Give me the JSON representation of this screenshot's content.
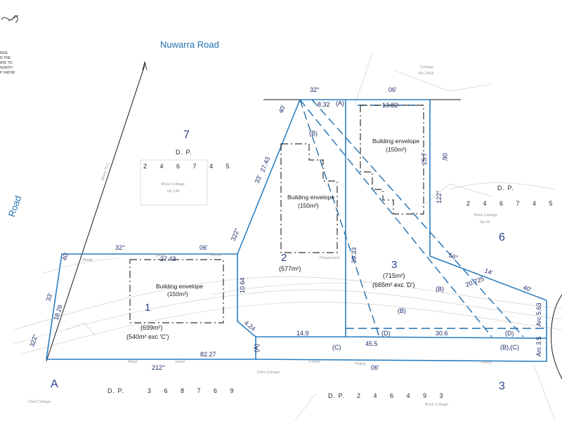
{
  "colors": {
    "boundary": "#2b7fc0",
    "easement": "#1f6fb0",
    "envelope": "#333333",
    "text": "#1d2b6a"
  },
  "roads": {
    "main": "Nuwarra Road",
    "side": "Road",
    "side_road_length": "About 70.1"
  },
  "corner_note": [
    "NGE",
    "N THE",
    "ATE TO",
    "NORTH",
    "P 248745"
  ],
  "lots": {
    "lot1": {
      "number": "1",
      "envelope_title": "Building envelope",
      "envelope_area": "(150m²)",
      "area": "(699m²)",
      "area_exc": "(540m² exc 'C')"
    },
    "lot2": {
      "number": "2",
      "envelope_title": "Building envelope",
      "envelope_area": "(150m²)",
      "area": "(577m²)"
    },
    "lot3": {
      "number": "3",
      "envelope_title": "Building envelope",
      "envelope_area": "(150m²)",
      "area": "(715m²)",
      "area_exc": "(665m² exc 'D')"
    }
  },
  "neighbours": {
    "n7": {
      "number": "7",
      "dp_label": "D.  P.",
      "dp_number": "2 4 6 7 4 5",
      "building": "Brick Cottage",
      "building_no": "No 248"
    },
    "n6": {
      "number": "6",
      "dp_label": "D.  P.",
      "dp_number": "2 4 6 7 4 5",
      "building": "Brick Cottage",
      "building_no": "No 64"
    },
    "nA": {
      "number": "A",
      "building": "Clad Cottage"
    },
    "n3": {
      "number": "3",
      "dp_label": "D.  P.",
      "dp_number": "2 4 6 4 9 3",
      "building": "Brick Cottage"
    },
    "south_dp": {
      "dp_label": "D.  P.",
      "dp_number": "3 6 8 7 6 9"
    },
    "garage": "Fibro Garage",
    "cottage_top": "Cottage",
    "cottage_top_no": "No 246A"
  },
  "dimensions": {
    "d8_32": "8.32",
    "d13_82": "13.82",
    "d25_7": "25.7",
    "d27_43_diag": "27.43",
    "d27_43_top": "27.43",
    "d39_33": "39.33",
    "d10_64": "10.64",
    "d4_24": "4.24",
    "d14_9": "14.9",
    "d30_6": "30.6",
    "d45_5": "45.5",
    "d82_27": "82.27",
    "d18_29": "18.29",
    "d20_725": "20.725",
    "d5_63": "Arc 5.63",
    "d3_5": "Arc 3.5"
  },
  "bearings": {
    "b32_top": "32°",
    "b06_top": "06'",
    "b40_top": "40'",
    "b33_lot2": "33'",
    "b322_lot2": "322°",
    "b06_right": "06'",
    "b122": "122°",
    "b56": "56°",
    "b14": "14'",
    "b40_right": "40'",
    "b32_lot1": "32°",
    "b06_lot1": "06'",
    "b40_left": "40'",
    "b33_left": "33'",
    "b322_left": "322°",
    "b212": "212°",
    "b06_bottom": "06'"
  },
  "easements": {
    "A": "(A)",
    "B1": "(B)",
    "B2": "(B)",
    "B3": "(B)",
    "C": "(C)",
    "D1": "(D)",
    "D2": "(D)",
    "BC": "(B),(C)",
    "AA": "(A)"
  },
  "fence_notes": {
    "metal1": "Metal",
    "panel1": "panel",
    "fence1": "Fence",
    "paling": "Paling",
    "fence2": "Fence",
    "metal2": "Metal",
    "panel2": "panel",
    "fence3": "Fence",
    "playground": "Playground"
  }
}
